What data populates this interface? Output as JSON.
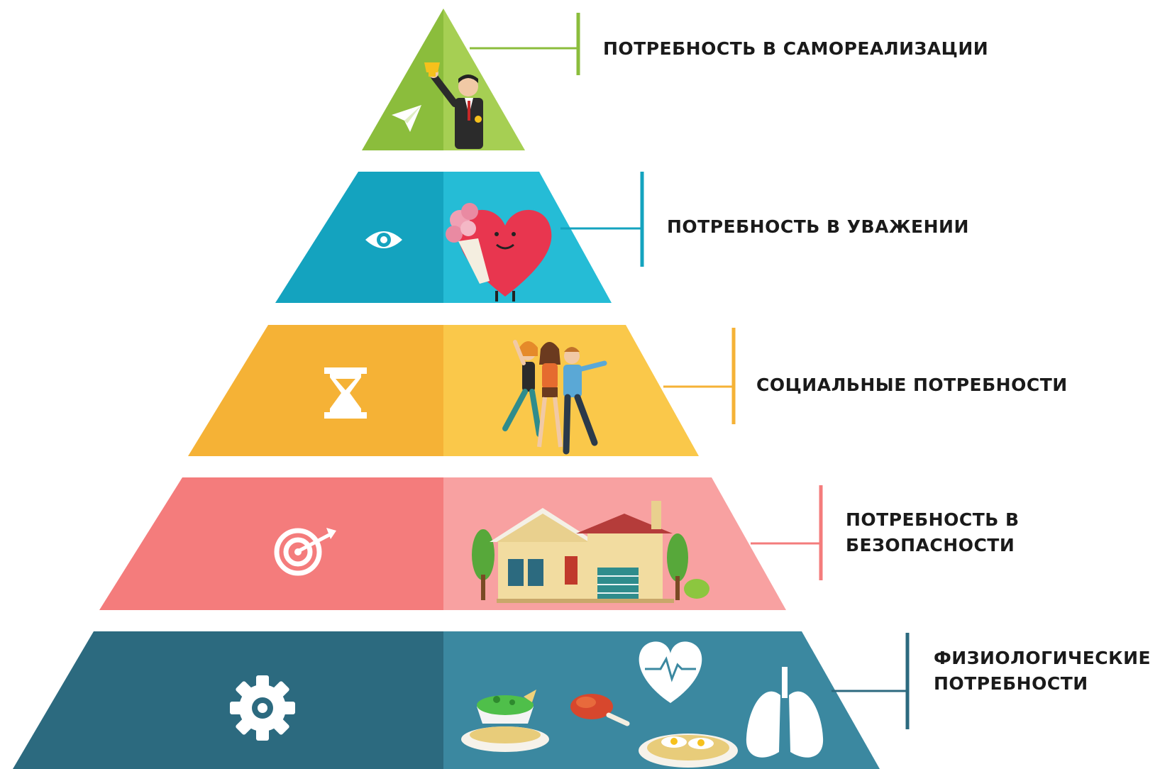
{
  "levels": [
    {
      "id": "self-actualization",
      "label_lines": [
        "ПОТРЕБНОСТЬ В САМОРЕАЛИЗАЦИИ"
      ],
      "icon": "achiever-figure-icon",
      "extra_icons": [
        "paper-plane-icon"
      ],
      "color_left": "#8bbd3c",
      "color_right": "#a6cf53",
      "line_color": "#8bbd3c"
    },
    {
      "id": "esteem",
      "label_lines": [
        "ПОТРЕБНОСТЬ В УВАЖЕНИИ"
      ],
      "icon": "eye-icon",
      "extra_icons": [
        "heart-with-flowers-icon"
      ],
      "color_left": "#14a3bf",
      "color_right": "#25bcd6",
      "line_color": "#14a3bf"
    },
    {
      "id": "social",
      "label_lines": [
        "СОЦИАЛЬНЫЕ ПОТРЕБНОСТИ"
      ],
      "icon": "hourglass-icon",
      "extra_icons": [
        "friends-group-icon"
      ],
      "color_left": "#f5b236",
      "color_right": "#fac84a",
      "line_color": "#f5b236"
    },
    {
      "id": "safety",
      "label_lines": [
        "ПОТРЕБНОСТЬ В",
        "БЕЗОПАСНОСТИ"
      ],
      "icon": "target-icon",
      "extra_icons": [
        "house-icon"
      ],
      "color_left": "#f47c7c",
      "color_right": "#f8a1a1",
      "line_color": "#f47c7c"
    },
    {
      "id": "physiological",
      "label_lines": [
        "ФИЗИОЛОГИЧЕСКИЕ",
        "ПОТРЕБНОСТИ"
      ],
      "icon": "gear-icon",
      "extra_icons": [
        "heart-pulse-icon",
        "lungs-icon",
        "food-icon"
      ],
      "color_left": "#2c6a7f",
      "color_right": "#3b88a0",
      "line_color": "#2c6a7f"
    }
  ]
}
